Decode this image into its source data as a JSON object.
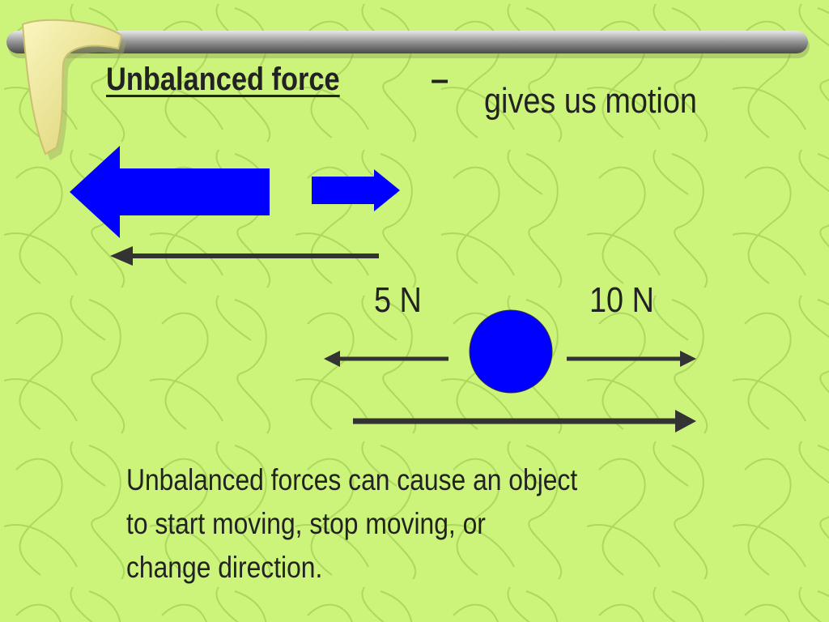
{
  "slide": {
    "title": "Unbalanced force",
    "title_dash": "–",
    "subtitle": "gives us motion",
    "force_left_label": "5 N",
    "force_right_label": "10 N",
    "body_lines": [
      "Unbalanced forces can cause an object",
      "to start moving, stop moving, or",
      "change direction."
    ]
  },
  "colors": {
    "background": "#ccf37a",
    "pattern_stroke": "#a8d65a",
    "arrow_blue": "#0000ff",
    "arrow_dark": "#333333",
    "ball": "#0000ff",
    "bar_gray": "#9a9a9a",
    "accent_yellow": "#f2ea9a"
  },
  "icons": {
    "decoration": "boomerang-icon",
    "bar": "chrome-bar"
  }
}
